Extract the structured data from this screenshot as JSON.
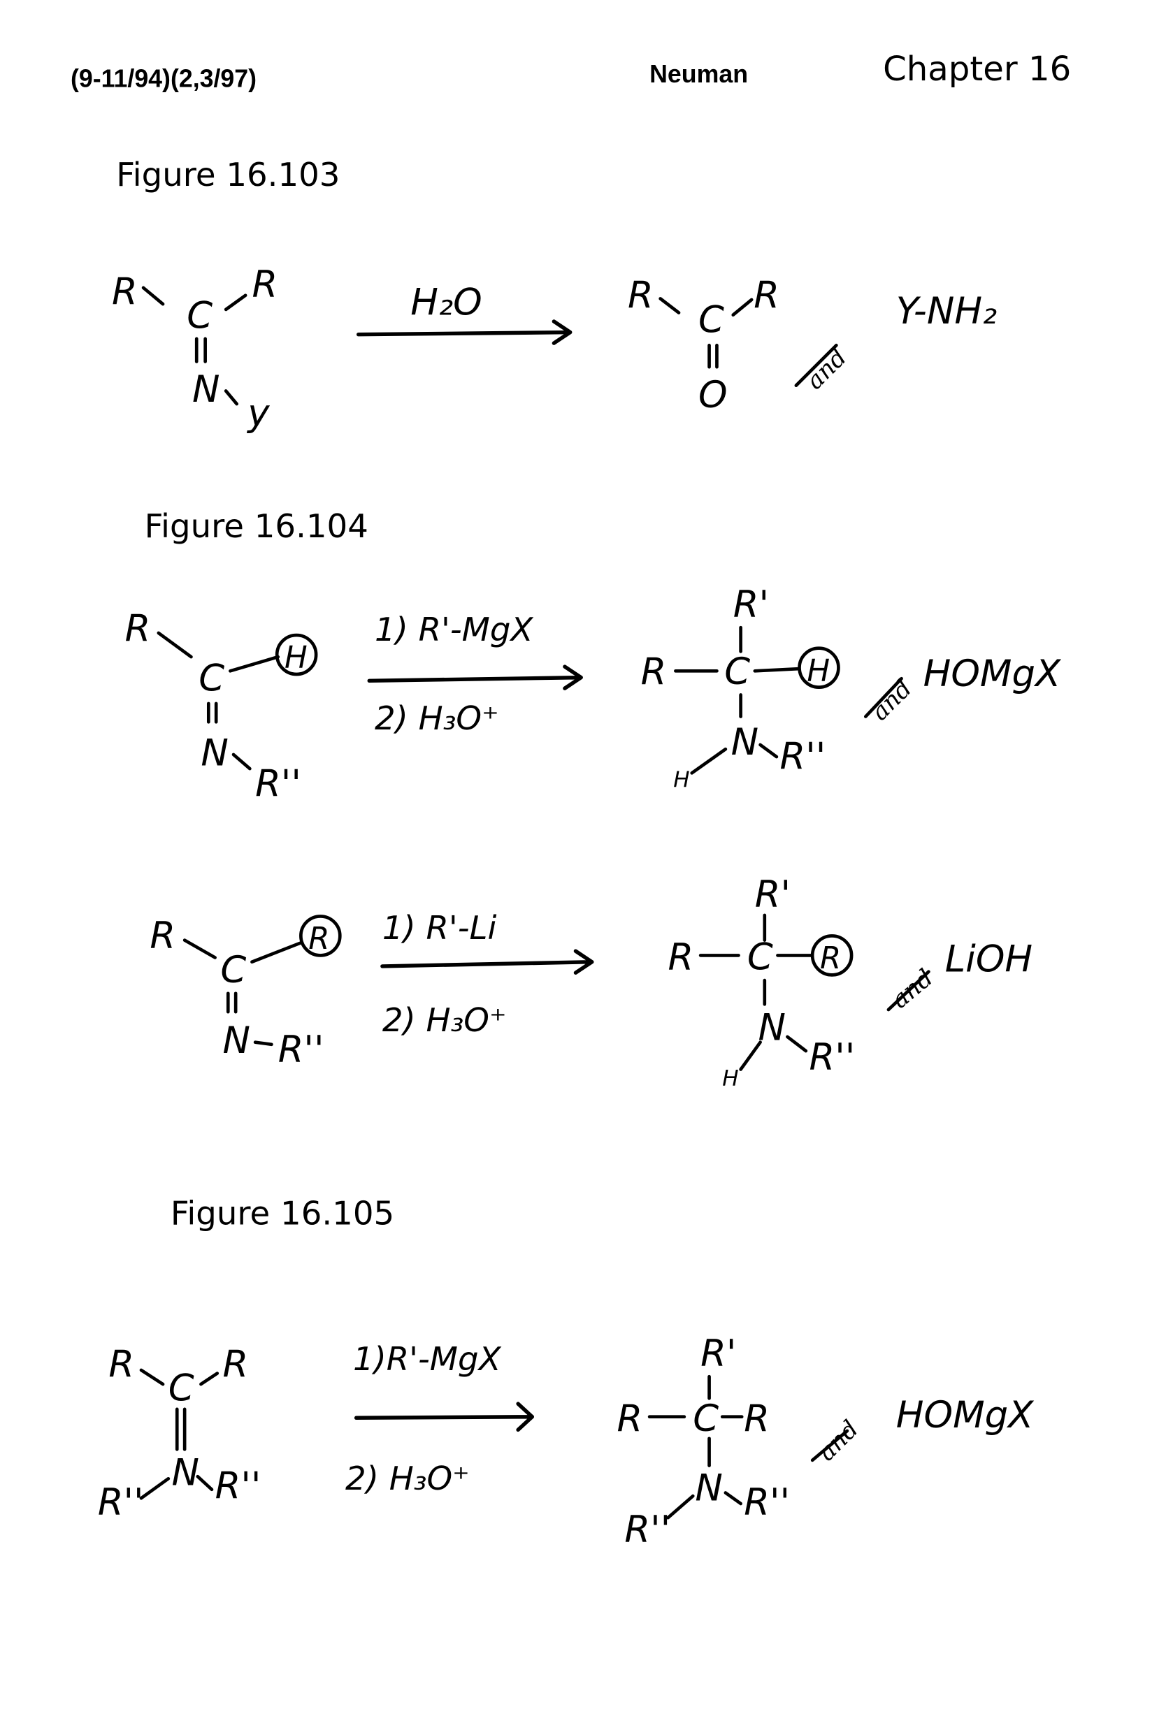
{
  "header": {
    "dates": "(9-11/94)(2,3/97)",
    "author": "Neuman",
    "chapter": "Chapter 16"
  },
  "figures": [
    {
      "label": "Figure 16.103",
      "reactant": {
        "r1": "R",
        "c": "C",
        "r2": "R",
        "n": "N",
        "y": "y"
      },
      "reagent": "H₂O",
      "product": {
        "r1": "R",
        "c": "C",
        "r2": "R",
        "o": "O"
      },
      "and": "and",
      "byproduct": "Y-NH₂"
    },
    {
      "label": "Figure 16.104",
      "reactions": [
        {
          "reactant": {
            "r1": "R",
            "c": "C",
            "circled": "H",
            "n": "N",
            "r3": "R''"
          },
          "step1": "1) R'-MgX",
          "step2": "2) H₃O⁺",
          "product": {
            "top": "R'",
            "r1": "R",
            "c": "C",
            "circled": "H",
            "n": "N",
            "h": "H",
            "r3": "R''"
          },
          "and": "and",
          "byproduct": "HOMgX"
        },
        {
          "reactant": {
            "r1": "R",
            "c": "C",
            "circled": "R",
            "n": "N",
            "r3": "R''"
          },
          "step1": "1) R'-Li",
          "step2": "2) H₃O⁺",
          "product": {
            "top": "R'",
            "r1": "R",
            "c": "C",
            "circled": "R",
            "n": "N",
            "h": "H",
            "r3": "R''"
          },
          "and": "and",
          "byproduct": "LiOH"
        }
      ]
    },
    {
      "label": "Figure 16.105",
      "reactant": {
        "r1": "R",
        "c": "C",
        "r2": "R",
        "n": "N",
        "r3a": "R''",
        "r3b": "R''"
      },
      "step1": "1)R'-MgX",
      "step2": "2) H₃O⁺",
      "product": {
        "top": "R'",
        "r1": "R",
        "c": "C",
        "r2": "R",
        "n": "N",
        "r3a": "R''",
        "r3b": "R''"
      },
      "and": "and",
      "byproduct": "HOMgX"
    }
  ]
}
